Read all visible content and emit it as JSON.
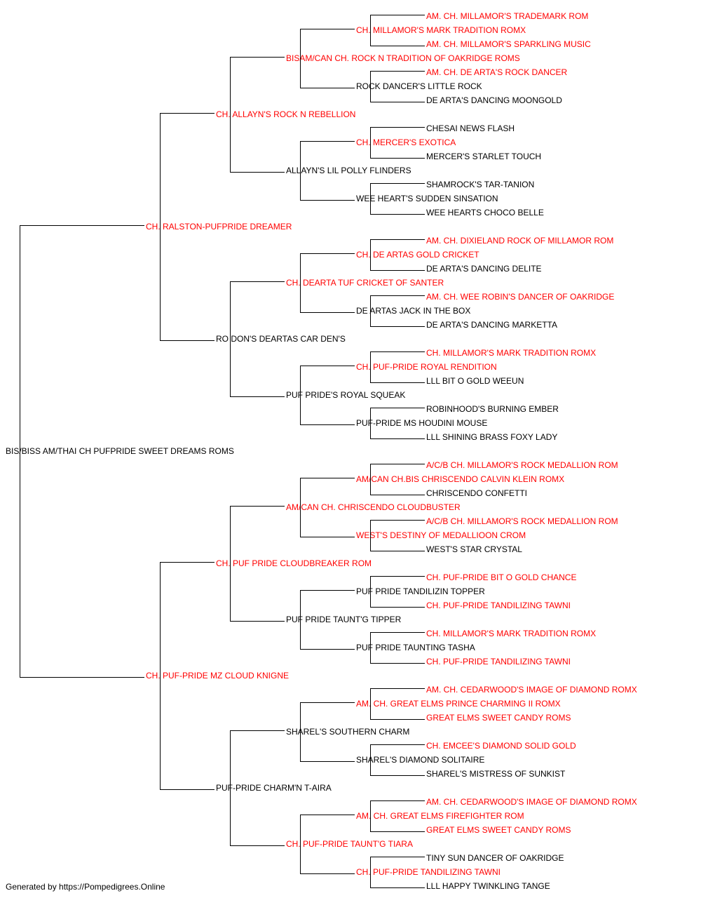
{
  "colors": {
    "champion": "#ff0000",
    "normal": "#000000",
    "line": "#000000"
  },
  "footer": "Generated by https://Pompedigrees.Online",
  "pedigree": {
    "name": "BIS/BISS AM/THAI CH PUFPRIDE SWEET DREAMS ROMS",
    "champion": false,
    "sire": {
      "name": "CH. RALSTON-PUFPRIDE DREAMER",
      "champion": true,
      "sire": {
        "name": "CH. ALLAYN'S ROCK N REBELLION",
        "champion": true,
        "sire": {
          "name": "BISAM/CAN CH. ROCK N TRADITION OF OAKRIDGE ROMS",
          "champion": true,
          "sire": {
            "name": "CH. MILLAMOR'S MARK TRADITION ROMX",
            "champion": true,
            "sire": {
              "name": "AM. CH. MILLAMOR'S TRADEMARK ROM",
              "champion": true
            },
            "dam": {
              "name": "AM. CH. MILLAMOR'S SPARKLING MUSIC",
              "champion": true
            }
          },
          "dam": {
            "name": "ROCK DANCER'S LITTLE ROCK",
            "champion": false,
            "sire": {
              "name": "AM. CH. DE ARTA'S ROCK DANCER",
              "champion": true
            },
            "dam": {
              "name": "DE ARTA'S DANCING MOONGOLD",
              "champion": false
            }
          }
        },
        "dam": {
          "name": "ALLAYN'S LIL POLLY FLINDERS",
          "champion": false,
          "sire": {
            "name": "CH. MERCER'S EXOTICA",
            "champion": true,
            "sire": {
              "name": "CHESAI NEWS FLASH",
              "champion": false
            },
            "dam": {
              "name": "MERCER'S STARLET TOUCH",
              "champion": false
            }
          },
          "dam": {
            "name": "WEE HEART'S SUDDEN SINSATION",
            "champion": false,
            "sire": {
              "name": "SHAMROCK'S TAR-TANION",
              "champion": false
            },
            "dam": {
              "name": "WEE HEARTS CHOCO BELLE",
              "champion": false
            }
          }
        }
      },
      "dam": {
        "name": "RO DON'S DEARTAS CAR DEN'S",
        "champion": false,
        "sire": {
          "name": "CH. DEARTA TUF CRICKET OF SANTER",
          "champion": true,
          "sire": {
            "name": "CH. DE ARTAS GOLD CRICKET",
            "champion": true,
            "sire": {
              "name": "AM. CH. DIXIELAND ROCK OF MILLAMOR ROM",
              "champion": true
            },
            "dam": {
              "name": "DE ARTA'S DANCING DELITE",
              "champion": false
            }
          },
          "dam": {
            "name": "DE ARTAS JACK IN THE BOX",
            "champion": false,
            "sire": {
              "name": "AM. CH. WEE ROBIN'S DANCER OF OAKRIDGE",
              "champion": true
            },
            "dam": {
              "name": "DE ARTA'S DANCING MARKETTA",
              "champion": false
            }
          }
        },
        "dam": {
          "name": "PUF PRIDE'S ROYAL SQUEAK",
          "champion": false,
          "sire": {
            "name": "CH. PUF-PRIDE ROYAL RENDITION",
            "champion": true,
            "sire": {
              "name": "CH. MILLAMOR'S MARK TRADITION ROMX",
              "champion": true
            },
            "dam": {
              "name": "LLL BIT O GOLD WEEUN",
              "champion": false
            }
          },
          "dam": {
            "name": "PUF-PRIDE MS HOUDINI MOUSE",
            "champion": false,
            "sire": {
              "name": "ROBINHOOD'S BURNING EMBER",
              "champion": false
            },
            "dam": {
              "name": "LLL SHINING BRASS FOXY LADY",
              "champion": false
            }
          }
        }
      }
    },
    "dam": {
      "name": "CH. PUF-PRIDE MZ CLOUD KNIGNE",
      "champion": true,
      "sire": {
        "name": "CH. PUF PRIDE CLOUDBREAKER ROM",
        "champion": true,
        "sire": {
          "name": "AM/CAN CH. CHRISCENDO CLOUDBUSTER",
          "champion": true,
          "sire": {
            "name": "AM/CAN CH.BIS CHRISCENDO CALVIN KLEIN ROMX",
            "champion": true,
            "sire": {
              "name": "A/C/B CH. MILLAMOR'S ROCK MEDALLION ROM",
              "champion": true
            },
            "dam": {
              "name": "CHRISCENDO CONFETTI",
              "champion": false
            }
          },
          "dam": {
            "name": "WEST'S DESTINY OF MEDALLIOON CROM",
            "champion": true,
            "sire": {
              "name": "A/C/B CH. MILLAMOR'S ROCK MEDALLION ROM",
              "champion": true
            },
            "dam": {
              "name": "WEST'S STAR CRYSTAL",
              "champion": false
            }
          }
        },
        "dam": {
          "name": "PUF PRIDE TAUNT'G TIPPER",
          "champion": false,
          "sire": {
            "name": "PUF PRIDE TANDILIZIN TOPPER",
            "champion": false,
            "sire": {
              "name": "CH. PUF-PRIDE BIT O GOLD CHANCE",
              "champion": true
            },
            "dam": {
              "name": "CH. PUF-PRIDE TANDILIZING TAWNI",
              "champion": true
            }
          },
          "dam": {
            "name": "PUF PRIDE TAUNTING TASHA",
            "champion": false,
            "sire": {
              "name": "CH. MILLAMOR'S MARK TRADITION ROMX",
              "champion": true
            },
            "dam": {
              "name": "CH. PUF-PRIDE TANDILIZING TAWNI",
              "champion": true
            }
          }
        }
      },
      "dam": {
        "name": "PUF-PRIDE CHARM'N T-AIRA",
        "champion": false,
        "sire": {
          "name": "SHAREL'S SOUTHERN CHARM",
          "champion": false,
          "sire": {
            "name": "AM. CH. GREAT ELMS PRINCE CHARMING II ROMX",
            "champion": true,
            "sire": {
              "name": "AM. CH. CEDARWOOD'S IMAGE OF DIAMOND ROMX",
              "champion": true
            },
            "dam": {
              "name": "GREAT ELMS SWEET CANDY ROMS",
              "champion": true
            }
          },
          "dam": {
            "name": "SHAREL'S DIAMOND SOLITAIRE",
            "champion": false,
            "sire": {
              "name": "CH. EMCEE'S DIAMOND SOLID GOLD",
              "champion": true
            },
            "dam": {
              "name": "SHAREL'S MISTRESS OF SUNKIST",
              "champion": false
            }
          }
        },
        "dam": {
          "name": "CH. PUF-PRIDE TAUNT'G TIARA",
          "champion": true,
          "sire": {
            "name": "AM. CH. GREAT ELMS FIREFIGHTER ROM",
            "champion": true,
            "sire": {
              "name": "AM. CH. CEDARWOOD'S IMAGE OF DIAMOND ROMX",
              "champion": true
            },
            "dam": {
              "name": "GREAT ELMS SWEET CANDY ROMS",
              "champion": true
            }
          },
          "dam": {
            "name": "CH. PUF-PRIDE TANDILIZING TAWNI",
            "champion": true,
            "sire": {
              "name": "TINY SUN DANCER OF OAKRIDGE",
              "champion": false
            },
            "dam": {
              "name": "LLL HAPPY TWINKLING TANGE",
              "champion": false
            }
          }
        }
      }
    }
  }
}
